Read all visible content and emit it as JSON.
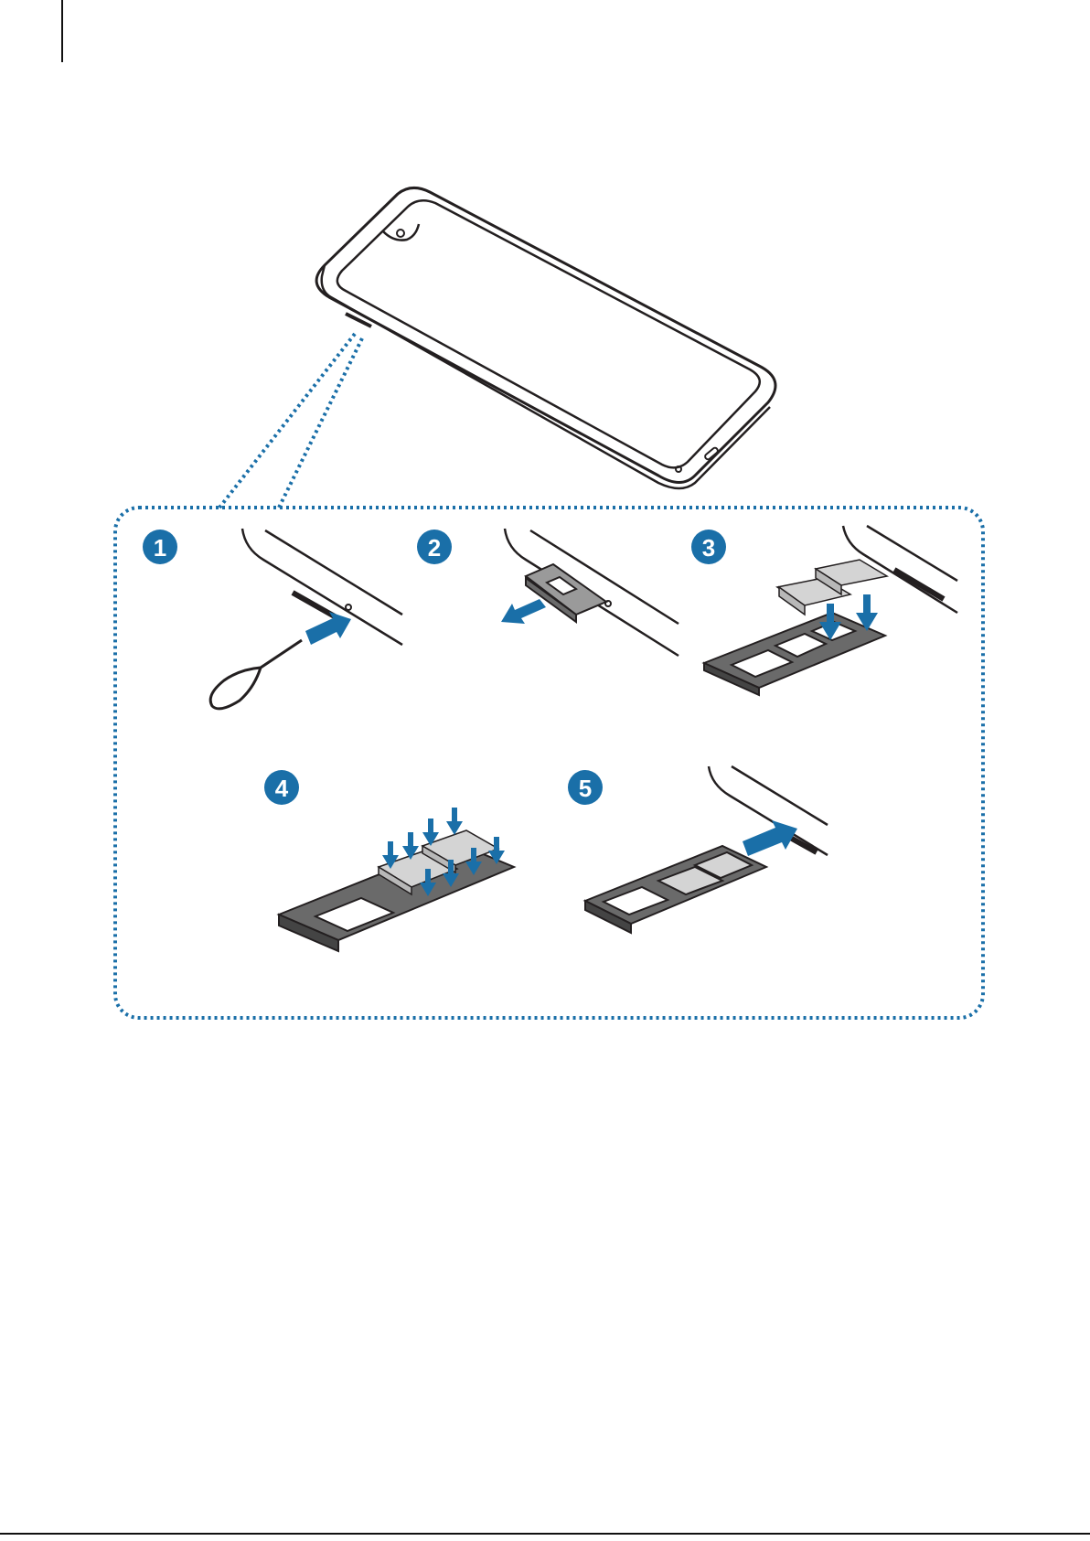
{
  "figure": {
    "accent_color": "#1a6fa8",
    "outline_color": "#231f20",
    "card_color": "#d4d4d4",
    "tray_color": "#6a6a6a"
  },
  "steps": [
    {
      "number": "1",
      "action": "insert-ejection-pin"
    },
    {
      "number": "2",
      "action": "pull-out-tray"
    },
    {
      "number": "3",
      "action": "place-sim-cards"
    },
    {
      "number": "4",
      "action": "press-cards-into-tray"
    },
    {
      "number": "5",
      "action": "insert-tray-into-slot"
    }
  ]
}
